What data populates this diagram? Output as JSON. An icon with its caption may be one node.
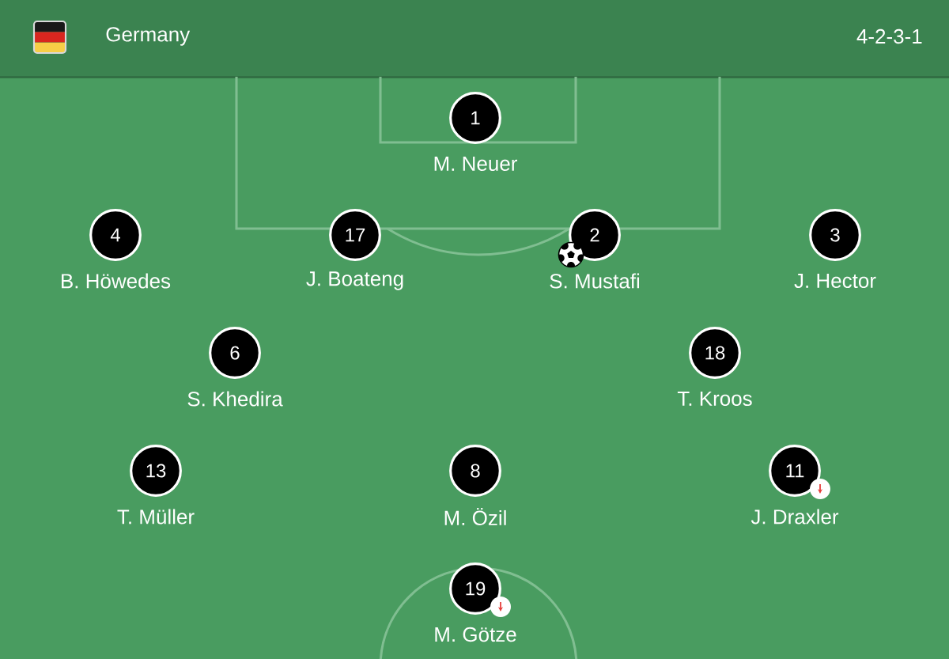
{
  "diagram": {
    "title": "Germany",
    "nodes": [
      {
        "text": [
          "1"
        ],
        "beside": [
          "M. Neuer"
        ]
      },
      {
        "text": [
          "4"
        ],
        "beside": [
          "B. Höwedes"
        ]
      },
      {
        "text": [
          "17"
        ],
        "beside": [
          "J. Boateng"
        ]
      },
      {
        "text": [
          "2"
        ],
        "beside": [
          "S. Mustafi"
        ]
      },
      {
        "text": [
          "3"
        ],
        "beside": [
          "J. Hector"
        ]
      },
      {
        "text": [
          "6"
        ],
        "beside": [
          "S. Khedira"
        ]
      },
      {
        "text": [
          "18"
        ],
        "beside": [
          "T. Kroos"
        ]
      },
      {
        "text": [
          "13"
        ],
        "beside": [
          "T. Müller"
        ]
      },
      {
        "text": [
          "8"
        ],
        "beside": [
          "M. Özil"
        ]
      },
      {
        "text": [
          "11"
        ],
        "beside": [
          "J. Draxler"
        ]
      },
      {
        "text": [
          "19"
        ],
        "beside": [
          "M. Götze"
        ]
      }
    ],
    "labels": [
      "4-2-3-1"
    ]
  }
}
